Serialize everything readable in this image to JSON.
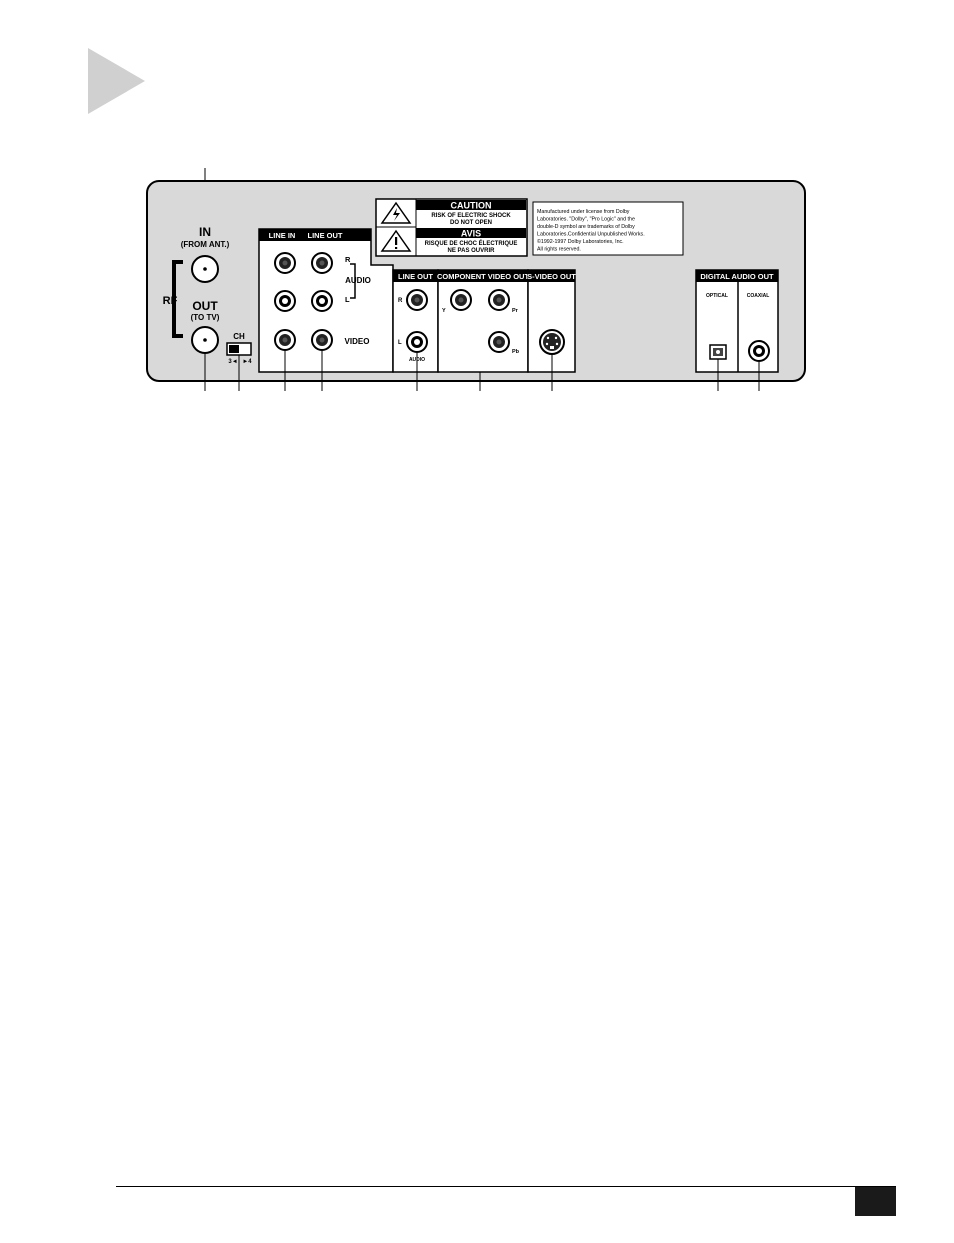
{
  "rf": {
    "in_label": "IN",
    "in_sub": "(FROM ANT.)",
    "rf_label": "RF",
    "out_label": "OUT",
    "out_sub": "(TO TV)",
    "ch_label": "CH",
    "ch_left": "3◄",
    "ch_right": "►4"
  },
  "line_panel": {
    "line_in": "LINE IN",
    "line_out": "LINE OUT",
    "r": "R",
    "audio": "AUDIO",
    "l": "L",
    "video": "VIDEO"
  },
  "caution": {
    "title": "CAUTION",
    "line1": "RISK OF ELECTRIC SHOCK",
    "line2": "DO NOT OPEN",
    "avis": "AVIS",
    "fr1": "RISQUE DE CHOC ÉLECTRIQUE",
    "fr2": "NE PAS OUVRIR"
  },
  "dolby": {
    "line1": "Manufactured under license from Dolby",
    "line2": "Laboratories.  \"Dolby\", \"Pro Logic\" and the",
    "line3": "double-D symbol are trademarks of Dolby",
    "line4": "Laboratories.Confidential Unpublished Works.",
    "line5": "©1992-1997 Dolby Laboratories, Inc.",
    "line6": "All rights reserved."
  },
  "line_out_audio": {
    "header": "LINE OUT",
    "r": "R",
    "l": "L",
    "audio": "AUDIO"
  },
  "component": {
    "header": "COMPONENT VIDEO OUT",
    "y": "Y",
    "pr": "Pr",
    "pb": "Pb"
  },
  "svideo": {
    "header": "S-VIDEO OUT"
  },
  "digital": {
    "header": "DIGITAL AUDIO OUT",
    "optical": "OPTICAL",
    "coaxial": "COAXIAL"
  },
  "colors": {
    "panel": "#d9d9d9",
    "triangle": "#d0d0d0",
    "ink": "#000000"
  }
}
